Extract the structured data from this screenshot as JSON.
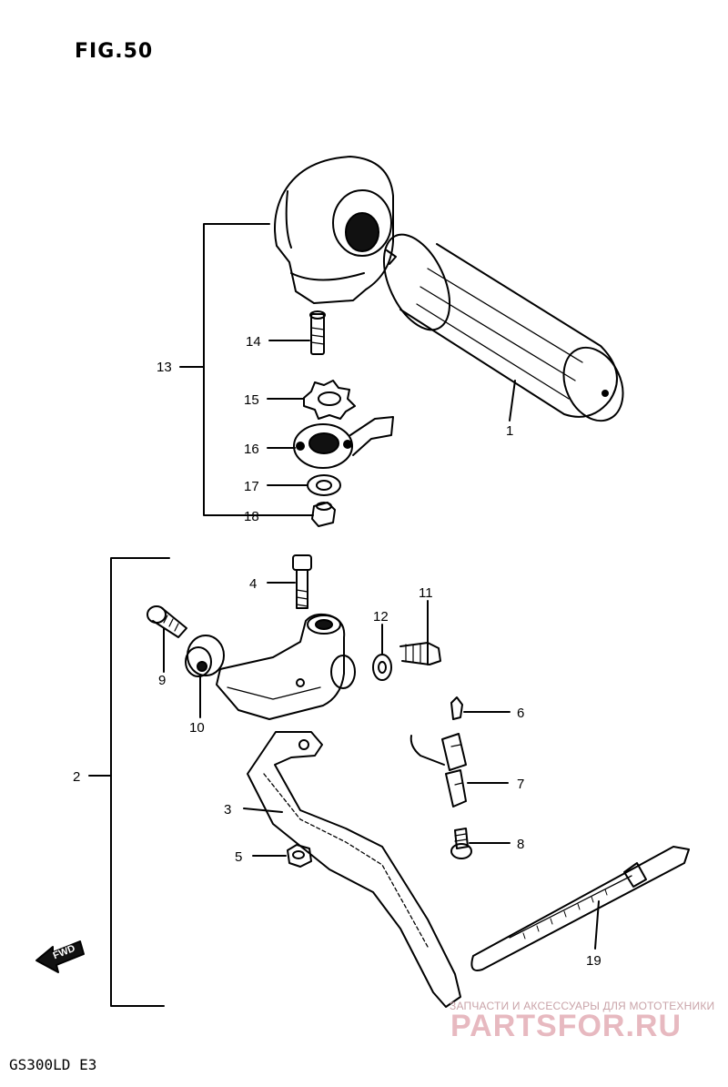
{
  "header": {
    "figure_title": "FIG.50"
  },
  "footer": {
    "model_code": "GS300LD  E3"
  },
  "watermark": {
    "tagline": "ЗАПЧАСТИ И АКСЕССУАРЫ ДЛЯ МОТОТЕХНИКИ",
    "logo": "PARTSFOR.RU"
  },
  "fwd_arrow": {
    "label": "FWD"
  },
  "callouts": {
    "c1": "1",
    "c2": "2",
    "c3": "3",
    "c4": "4",
    "c5": "5",
    "c6": "6",
    "c7": "7",
    "c8": "8",
    "c9": "9",
    "c10": "10",
    "c11": "11",
    "c12": "12",
    "c13": "13",
    "c14": "14",
    "c15": "15",
    "c16": "16",
    "c17": "17",
    "c18": "18",
    "c19": "19"
  }
}
